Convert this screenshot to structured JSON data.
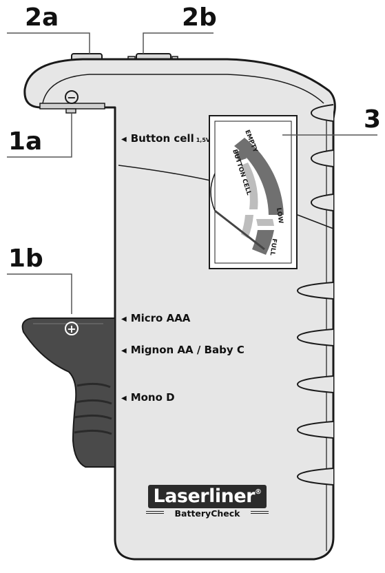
{
  "callouts": {
    "c1a": "1a",
    "c1b": "1b",
    "c2a": "2a",
    "c2b": "2b",
    "c3": "3"
  },
  "polarity": {
    "minus": "−",
    "plus": "+"
  },
  "slots": {
    "button_cell": "Button cell",
    "button_cell_voltage": "1,5V",
    "micro": "Micro AAA",
    "mignon": "Mignon AA / Baby C",
    "mono": "Mono D"
  },
  "meter": {
    "empty": "EMPTY",
    "button_cell": "BUTTON CELL",
    "low": "LOW",
    "full": "FULL"
  },
  "brand": {
    "name": "Laserliner",
    "registered": "®",
    "product": "BatteryCheck"
  },
  "colors": {
    "body": "#e6e6e6",
    "outline": "#1a1a1a",
    "slider": "#4a4a4a",
    "meter_dark": "#707070",
    "meter_light": "#bdbdbd"
  }
}
